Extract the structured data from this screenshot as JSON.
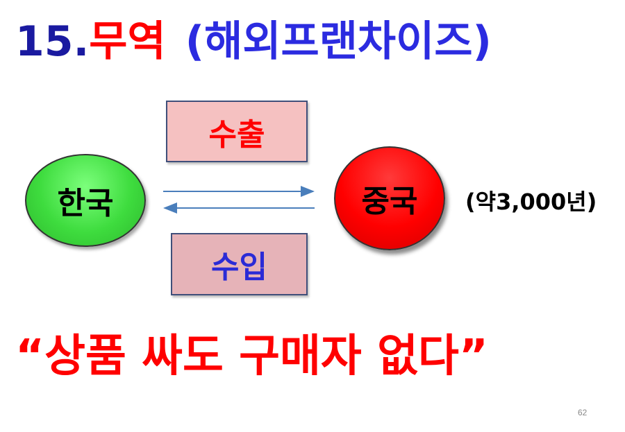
{
  "title": {
    "number": "15.",
    "word": "무역",
    "paren": "(해외프랜차이즈)"
  },
  "export_label": "수출",
  "import_label": "수입",
  "korea_label": "한국",
  "china_label": "중국",
  "period_note": "(약3,000년)",
  "slogan": "“상품 싸도 구매자 없다”",
  "page_number": "62",
  "colors": {
    "title_number": "#1a1aa0",
    "title_word": "#ff0000",
    "title_paren": "#2b2be0",
    "korea_fill": "#3edc3e",
    "china_fill": "#ff0000",
    "export_box": "#f5c1c1",
    "import_box": "#e6b3b8",
    "arrow": "#4a7ebb"
  }
}
